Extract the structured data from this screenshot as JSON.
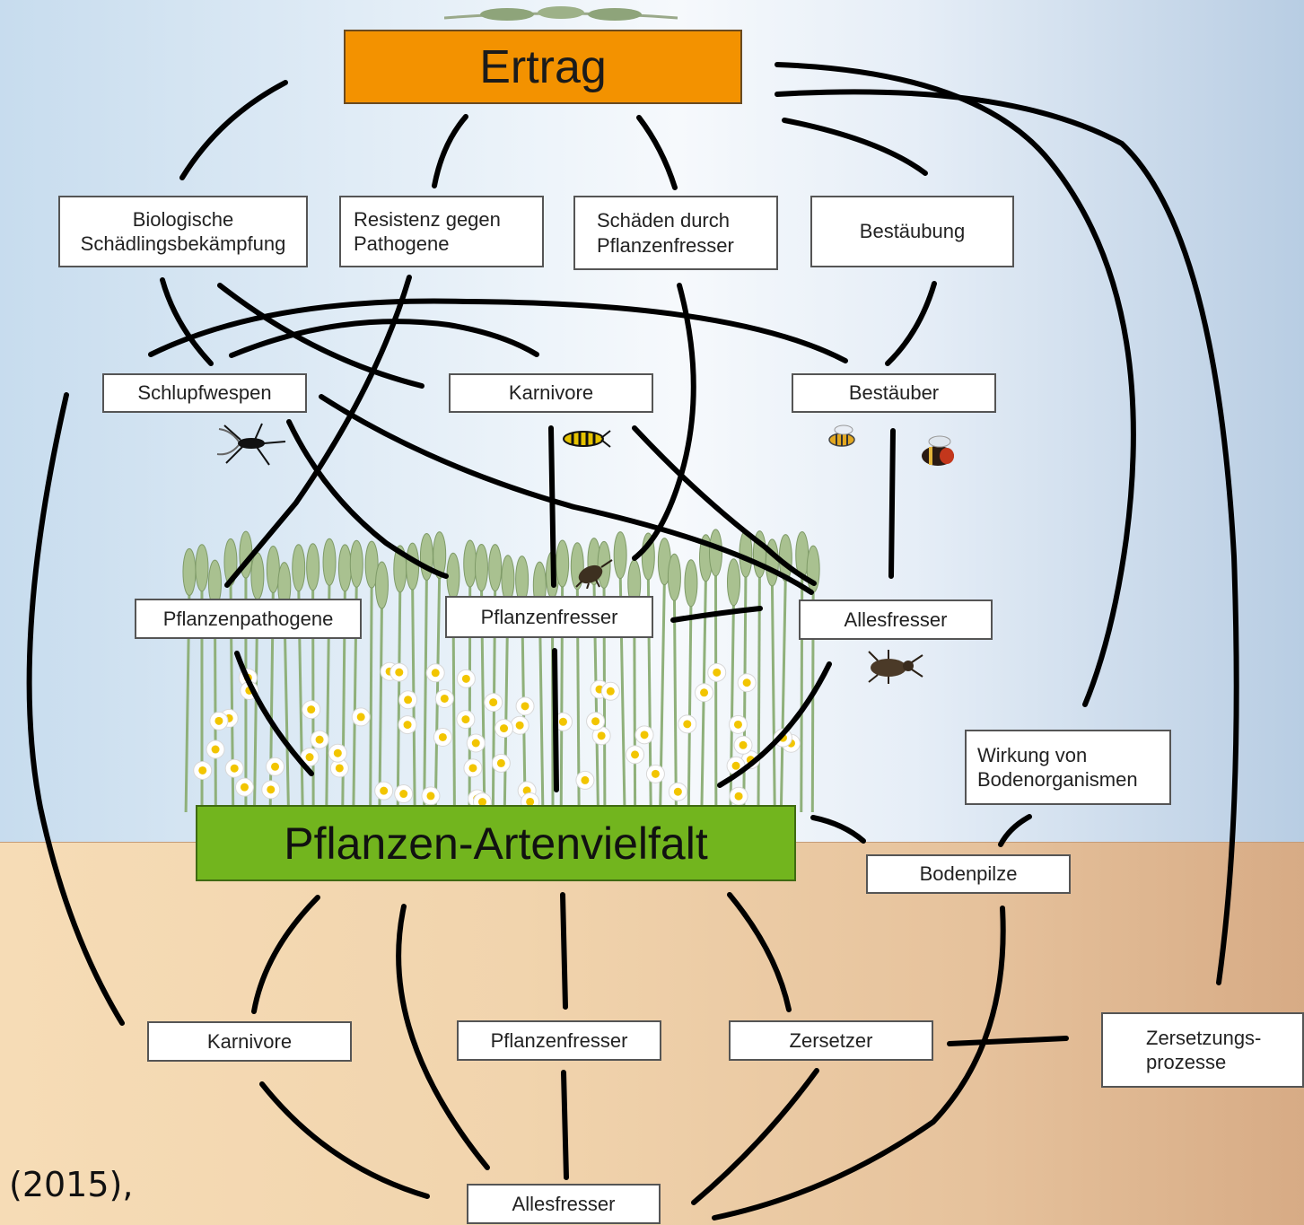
{
  "top_node": "Ertrag",
  "central_node": "Pflanzen-Artenvielfalt",
  "services": {
    "biological_control": "Biologische\nSchädlingsbekämpfung",
    "pathogen_resistance": "Resistenz gegen\nPathogene",
    "herbivore_damage": "Schäden durch\nPflanzenfresser",
    "pollination": "Bestäubung"
  },
  "above_ground": {
    "parasitoids": "Schlupfwespen",
    "carnivores": "Karnivore",
    "pollinators": "Bestäuber",
    "plant_pathogens": "Pflanzenpathogene",
    "herbivores": "Pflanzenfresser",
    "omnivores": "Allesfresser"
  },
  "soil_organism_effect": "Wirkung von\nBodenorganismen",
  "below_ground": {
    "soil_fungi": "Bodenpilze",
    "carnivores": "Karnivore",
    "herbivores": "Pflanzenfresser",
    "decomposers": "Zersetzer",
    "decomposition": "Zersetzungs-\nprozesse",
    "omnivores": "Allesfresser"
  },
  "citation_fragment": "(2015),",
  "colors": {
    "yield": "#f39200",
    "diversity": "#72b51e",
    "sky": "#dbe7f3",
    "soil": "#efd0a8"
  },
  "icons": [
    "wheat-icon",
    "wasp-icon",
    "bee-icon",
    "bumblebee-icon",
    "weevil-icon",
    "ground-beetle-icon",
    "daisy-icon"
  ]
}
